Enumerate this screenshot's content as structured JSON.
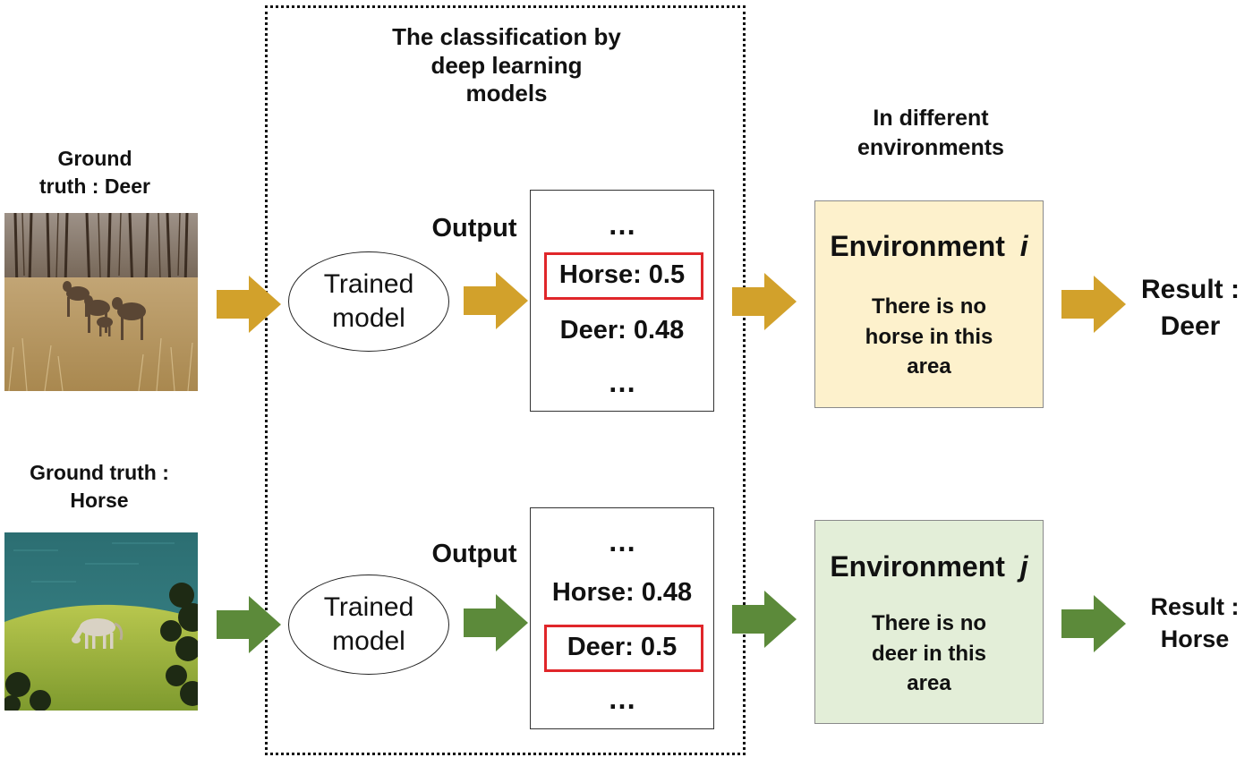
{
  "colors": {
    "arrow_top": "#d2a12b",
    "arrow_bottom": "#5c8a3a",
    "env_top_fill": "#fdf1cc",
    "env_bottom_fill": "#e3eed8",
    "highlight": "#e0262a"
  },
  "header": {
    "classification": "The classification by deep learning models",
    "environments": "In different environments"
  },
  "rows": [
    {
      "ground_truth": "Ground truth : Deer",
      "photo": "deer-grassland-photo",
      "model": "Trained model",
      "output_label": "Output",
      "ellipsis": "…",
      "output_items": [
        "Horse: 0.5",
        "Deer: 0.48"
      ],
      "highlighted": "Horse: 0.5",
      "environment_title": "Environment",
      "environment_var": "i",
      "environment_text": "There is no horse in this area",
      "result": "Result : Deer"
    },
    {
      "ground_truth": "Ground truth : Horse",
      "photo": "horse-lakeside-photo",
      "model": "Trained model",
      "output_label": "Output",
      "ellipsis": "…",
      "output_items": [
        "Horse: 0.48",
        "Deer: 0.5"
      ],
      "highlighted": "Deer: 0.5",
      "environment_title": "Environment",
      "environment_var": "j",
      "environment_text": "There is no deer in this area",
      "result": "Result : Horse"
    }
  ]
}
